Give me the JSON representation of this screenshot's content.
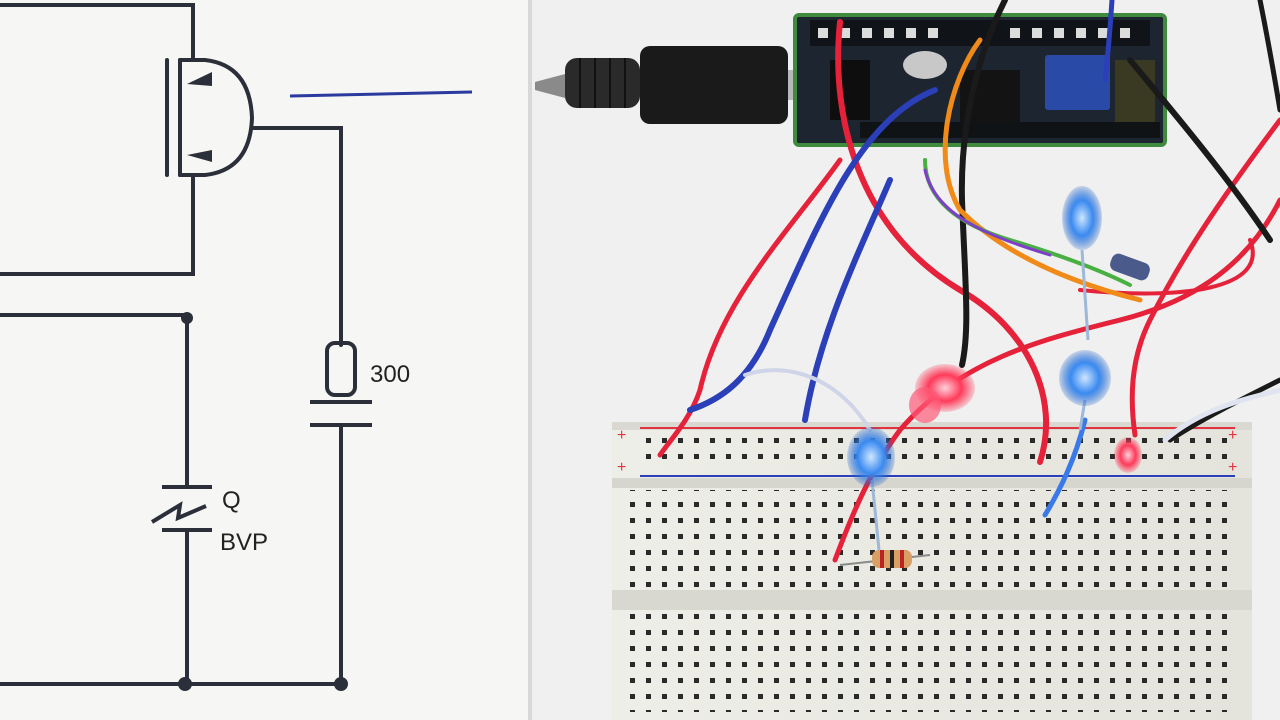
{
  "schematic": {
    "labels": {
      "resistor_value": "300",
      "component_letter": "Q",
      "component_code": "BVP"
    }
  },
  "photo": {
    "breadboard_rail_marks": [
      "+",
      "+",
      "+",
      "+"
    ],
    "led_colors": {
      "blue": "#2f7fe8",
      "red": "#ff3a5a"
    },
    "wire_colors": [
      "#e5223a",
      "#2a3fb8",
      "#1a1a1a",
      "#f08a18",
      "#48b040",
      "#7d3fc8"
    ]
  }
}
